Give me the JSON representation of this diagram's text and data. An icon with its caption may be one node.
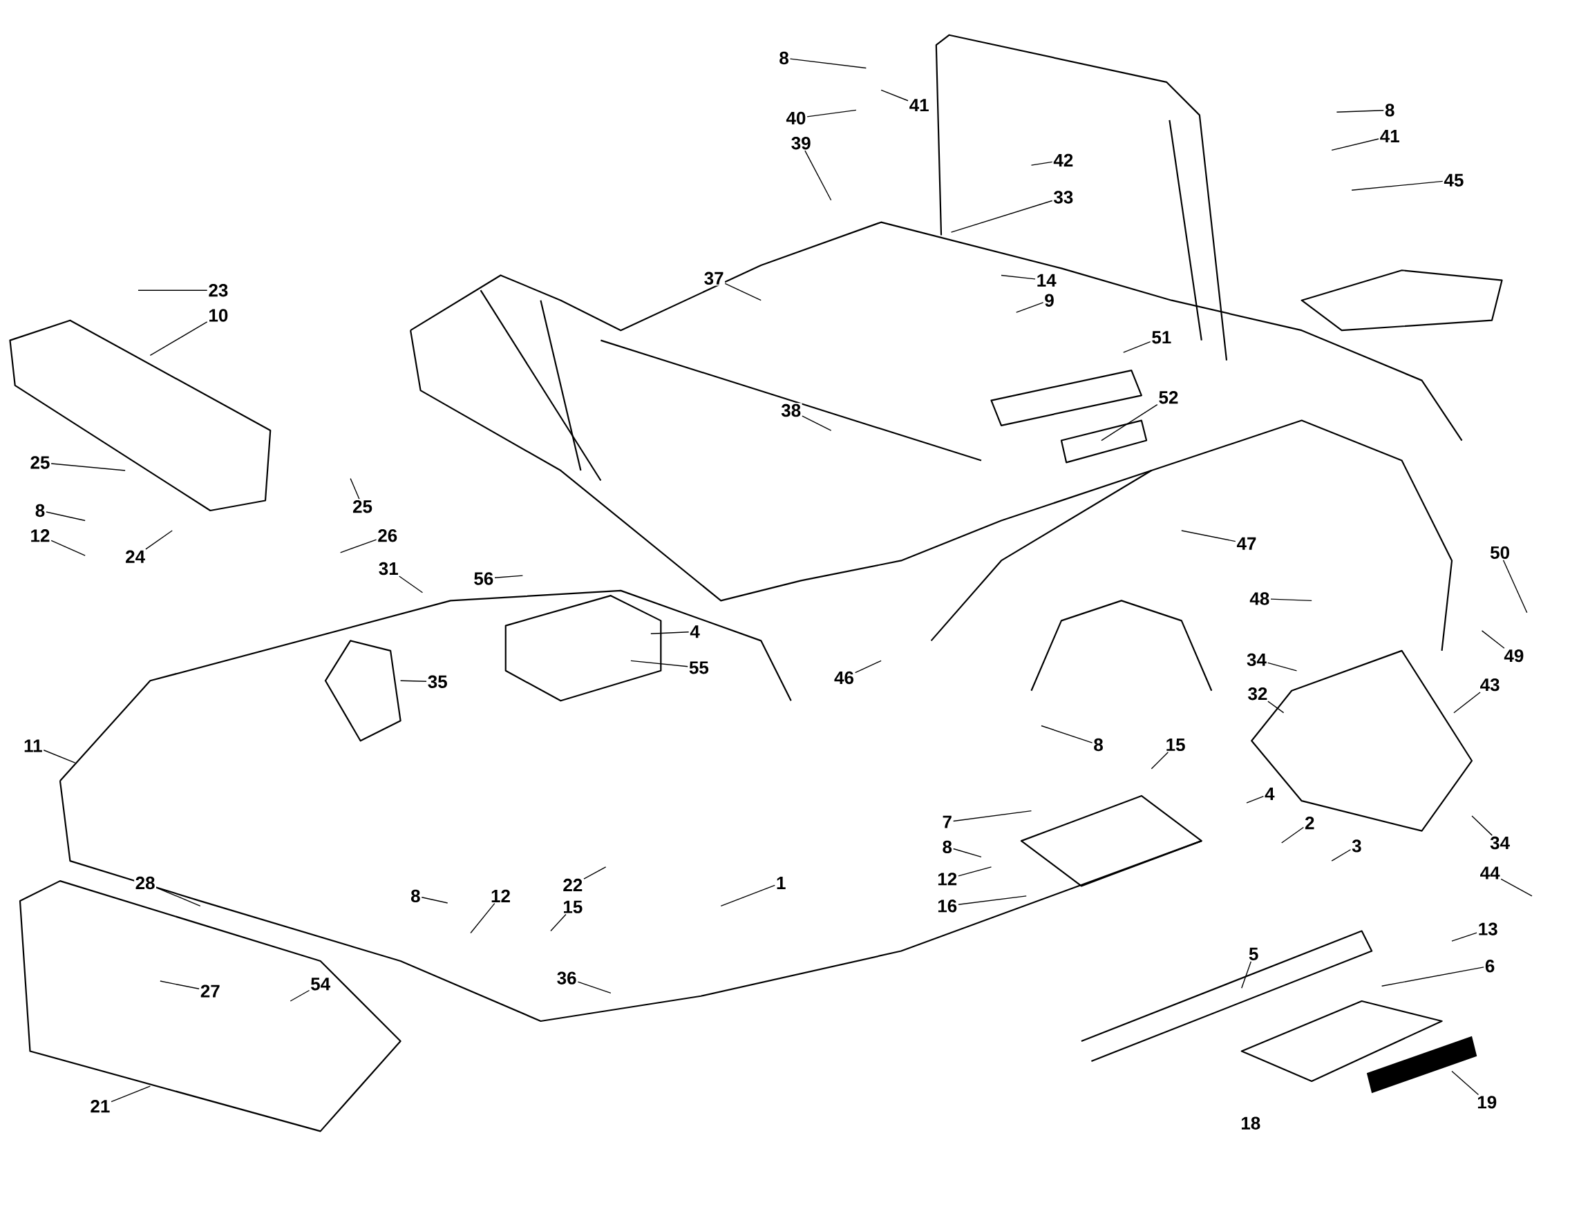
{
  "diagram": {
    "nodes": [
      {
        "text": [
          "8"
        ]
      },
      {
        "text": [
          "41"
        ]
      },
      {
        "text": [
          "40"
        ]
      },
      {
        "text": [
          "39"
        ]
      },
      {
        "text": [
          "42"
        ]
      },
      {
        "text": [
          "33"
        ]
      },
      {
        "text": [
          "37"
        ]
      },
      {
        "text": [
          "14"
        ]
      },
      {
        "text": [
          "9"
        ]
      },
      {
        "text": [
          "23"
        ]
      },
      {
        "text": [
          "10"
        ]
      },
      {
        "text": [
          "8"
        ]
      },
      {
        "text": [
          "41"
        ]
      },
      {
        "text": [
          "45"
        ]
      },
      {
        "text": [
          "51"
        ]
      },
      {
        "text": [
          "52"
        ]
      },
      {
        "text": [
          "38"
        ]
      },
      {
        "text": [
          "25"
        ]
      },
      {
        "text": [
          "8"
        ]
      },
      {
        "text": [
          "12"
        ]
      },
      {
        "text": [
          "24"
        ]
      },
      {
        "text": [
          "25"
        ]
      },
      {
        "text": [
          "26"
        ]
      },
      {
        "text": [
          "31"
        ]
      },
      {
        "text": [
          "56"
        ]
      },
      {
        "text": [
          "47"
        ]
      },
      {
        "text": [
          "50"
        ]
      },
      {
        "text": [
          "48"
        ]
      },
      {
        "text": [
          "49"
        ]
      },
      {
        "text": [
          "4"
        ]
      },
      {
        "text": [
          "55"
        ]
      },
      {
        "text": [
          "35"
        ]
      },
      {
        "text": [
          "46"
        ]
      },
      {
        "text": [
          "34"
        ]
      },
      {
        "text": [
          "32"
        ]
      },
      {
        "text": [
          "43"
        ]
      },
      {
        "text": [
          "11"
        ]
      },
      {
        "text": [
          "8"
        ]
      },
      {
        "text": [
          "15"
        ]
      },
      {
        "text": [
          "4"
        ]
      },
      {
        "text": [
          "2"
        ]
      },
      {
        "text": [
          "3"
        ]
      },
      {
        "text": [
          "7"
        ]
      },
      {
        "text": [
          "8"
        ]
      },
      {
        "text": [
          "12"
        ]
      },
      {
        "text": [
          "16"
        ]
      },
      {
        "text": [
          "34"
        ]
      },
      {
        "text": [
          "44"
        ]
      },
      {
        "text": [
          "1"
        ]
      },
      {
        "text": [
          "28"
        ]
      },
      {
        "text": [
          "8"
        ]
      },
      {
        "text": [
          "12"
        ]
      },
      {
        "text": [
          "22"
        ]
      },
      {
        "text": [
          "15"
        ]
      },
      {
        "text": [
          "36"
        ]
      },
      {
        "text": [
          "27"
        ]
      },
      {
        "text": [
          "54"
        ]
      },
      {
        "text": [
          "5"
        ]
      },
      {
        "text": [
          "13"
        ]
      },
      {
        "text": [
          "6"
        ]
      },
      {
        "text": [
          "19"
        ]
      },
      {
        "text": [
          "21"
        ]
      }
    ],
    "edges": [
      {
        "from": 0,
        "to": null,
        "arrow": "none"
      },
      {
        "from": 1,
        "to": null,
        "arrow": "none"
      },
      {
        "from": 2,
        "to": null,
        "arrow": "none"
      },
      {
        "from": 3,
        "to": null,
        "arrow": "none"
      },
      {
        "from": 4,
        "to": null,
        "arrow": "none"
      },
      {
        "from": 5,
        "to": null,
        "arrow": "none"
      },
      {
        "from": 6,
        "to": null,
        "arrow": "none"
      },
      {
        "from": 7,
        "to": null,
        "arrow": "none"
      },
      {
        "from": 8,
        "to": null,
        "arrow": "none"
      },
      {
        "from": 9,
        "to": null,
        "arrow": "none"
      },
      {
        "from": 10,
        "to": null,
        "arrow": "none"
      },
      {
        "from": 11,
        "to": null,
        "arrow": "none"
      },
      {
        "from": 12,
        "to": null,
        "arrow": "none"
      },
      {
        "from": 13,
        "to": null,
        "arrow": "none"
      },
      {
        "from": 14,
        "to": null,
        "arrow": "none"
      },
      {
        "from": 15,
        "to": null,
        "arrow": "none"
      },
      {
        "from": 16,
        "to": null,
        "arrow": "none"
      },
      {
        "from": 17,
        "to": null,
        "arrow": "none"
      },
      {
        "from": 18,
        "to": null,
        "arrow": "none"
      },
      {
        "from": 19,
        "to": null,
        "arrow": "none"
      },
      {
        "from": 20,
        "to": null,
        "arrow": "none"
      },
      {
        "from": 21,
        "to": null,
        "arrow": "none"
      },
      {
        "from": 22,
        "to": null,
        "arrow": "none"
      },
      {
        "from": 23,
        "to": null,
        "arrow": "none"
      },
      {
        "from": 24,
        "to": null,
        "arrow": "none"
      },
      {
        "from": 25,
        "to": null,
        "arrow": "none"
      },
      {
        "from": 26,
        "to": null,
        "arrow": "none"
      },
      {
        "from": 27,
        "to": null,
        "arrow": "none"
      },
      {
        "from": 28,
        "to": null,
        "arrow": "none"
      },
      {
        "from": 29,
        "to": null,
        "arrow": "none"
      },
      {
        "from": 30,
        "to": null,
        "arrow": "none"
      },
      {
        "from": 31,
        "to": null,
        "arrow": "none"
      },
      {
        "from": 32,
        "to": null,
        "arrow": "none"
      },
      {
        "from": 33,
        "to": null,
        "arrow": "none"
      },
      {
        "from": 34,
        "to": null,
        "arrow": "none"
      },
      {
        "from": 35,
        "to": null,
        "arrow": "none"
      },
      {
        "from": 36,
        "to": null,
        "arrow": "none"
      },
      {
        "from": 37,
        "to": null,
        "arrow": "none"
      },
      {
        "from": 38,
        "to": null,
        "arrow": "none"
      },
      {
        "from": 39,
        "to": null,
        "arrow": "none"
      },
      {
        "from": 40,
        "to": null,
        "arrow": "none"
      },
      {
        "from": 41,
        "to": null,
        "arrow": "none"
      },
      {
        "from": 42,
        "to": null,
        "arrow": "none"
      },
      {
        "from": 43,
        "to": null,
        "arrow": "none"
      },
      {
        "from": 44,
        "to": null,
        "arrow": "none"
      },
      {
        "from": 45,
        "to": null,
        "arrow": "none"
      },
      {
        "from": 46,
        "to": null,
        "arrow": "none"
      },
      {
        "from": 47,
        "to": null,
        "arrow": "none"
      },
      {
        "from": 48,
        "to": null,
        "arrow": "none"
      },
      {
        "from": 49,
        "to": null,
        "arrow": "none"
      },
      {
        "from": 50,
        "to": null,
        "arrow": "none"
      },
      {
        "from": 51,
        "to": null,
        "arrow": "none"
      },
      {
        "from": 52,
        "to": null,
        "arrow": "none"
      },
      {
        "from": 53,
        "to": null,
        "arrow": "none"
      },
      {
        "from": 54,
        "to": null,
        "arrow": "none"
      },
      {
        "from": 55,
        "to": null,
        "arrow": "none"
      },
      {
        "from": 56,
        "to": null,
        "arrow": "none"
      },
      {
        "from": 57,
        "to": null,
        "arrow": "none"
      },
      {
        "from": 58,
        "to": null,
        "arrow": "none"
      },
      {
        "from": 59,
        "to": null,
        "arrow": "none"
      },
      {
        "from": 60,
        "to": null,
        "arrow": "none"
      },
      {
        "from": 61,
        "to": null,
        "arrow": "none"
      }
    ],
    "labels": [
      "18"
    ]
  }
}
